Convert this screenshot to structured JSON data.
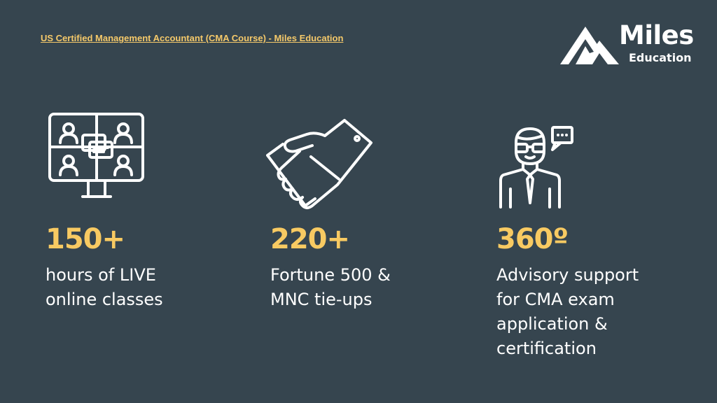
{
  "header": {
    "link_text": "US Certified Management Accountant (CMA Course) - Miles Education"
  },
  "logo": {
    "name": "Miles",
    "subtitle": "Education"
  },
  "stats": [
    {
      "icon": "video-conference-icon",
      "number": "150+",
      "lines": [
        "hours of LIVE",
        "online classes"
      ]
    },
    {
      "icon": "handshake-icon",
      "number": "220+",
      "lines": [
        "Fortune 500 &",
        "MNC tie-ups"
      ]
    },
    {
      "icon": "advisor-icon",
      "number": "360º",
      "lines": [
        "Advisory support",
        "for CMA exam",
        "application &",
        "certification"
      ]
    }
  ],
  "colors": {
    "background": "#36454f",
    "accent": "#f8ca62",
    "link": "#f5c96a",
    "text": "#ffffff"
  }
}
